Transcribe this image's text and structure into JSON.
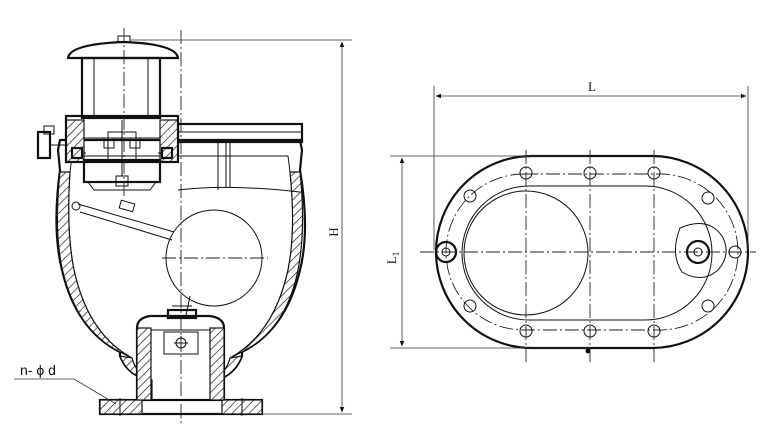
{
  "labels": {
    "height": "H",
    "length": "L",
    "width": "L",
    "width_subscript": "1",
    "bolt_holes": "n- ϕ d"
  }
}
